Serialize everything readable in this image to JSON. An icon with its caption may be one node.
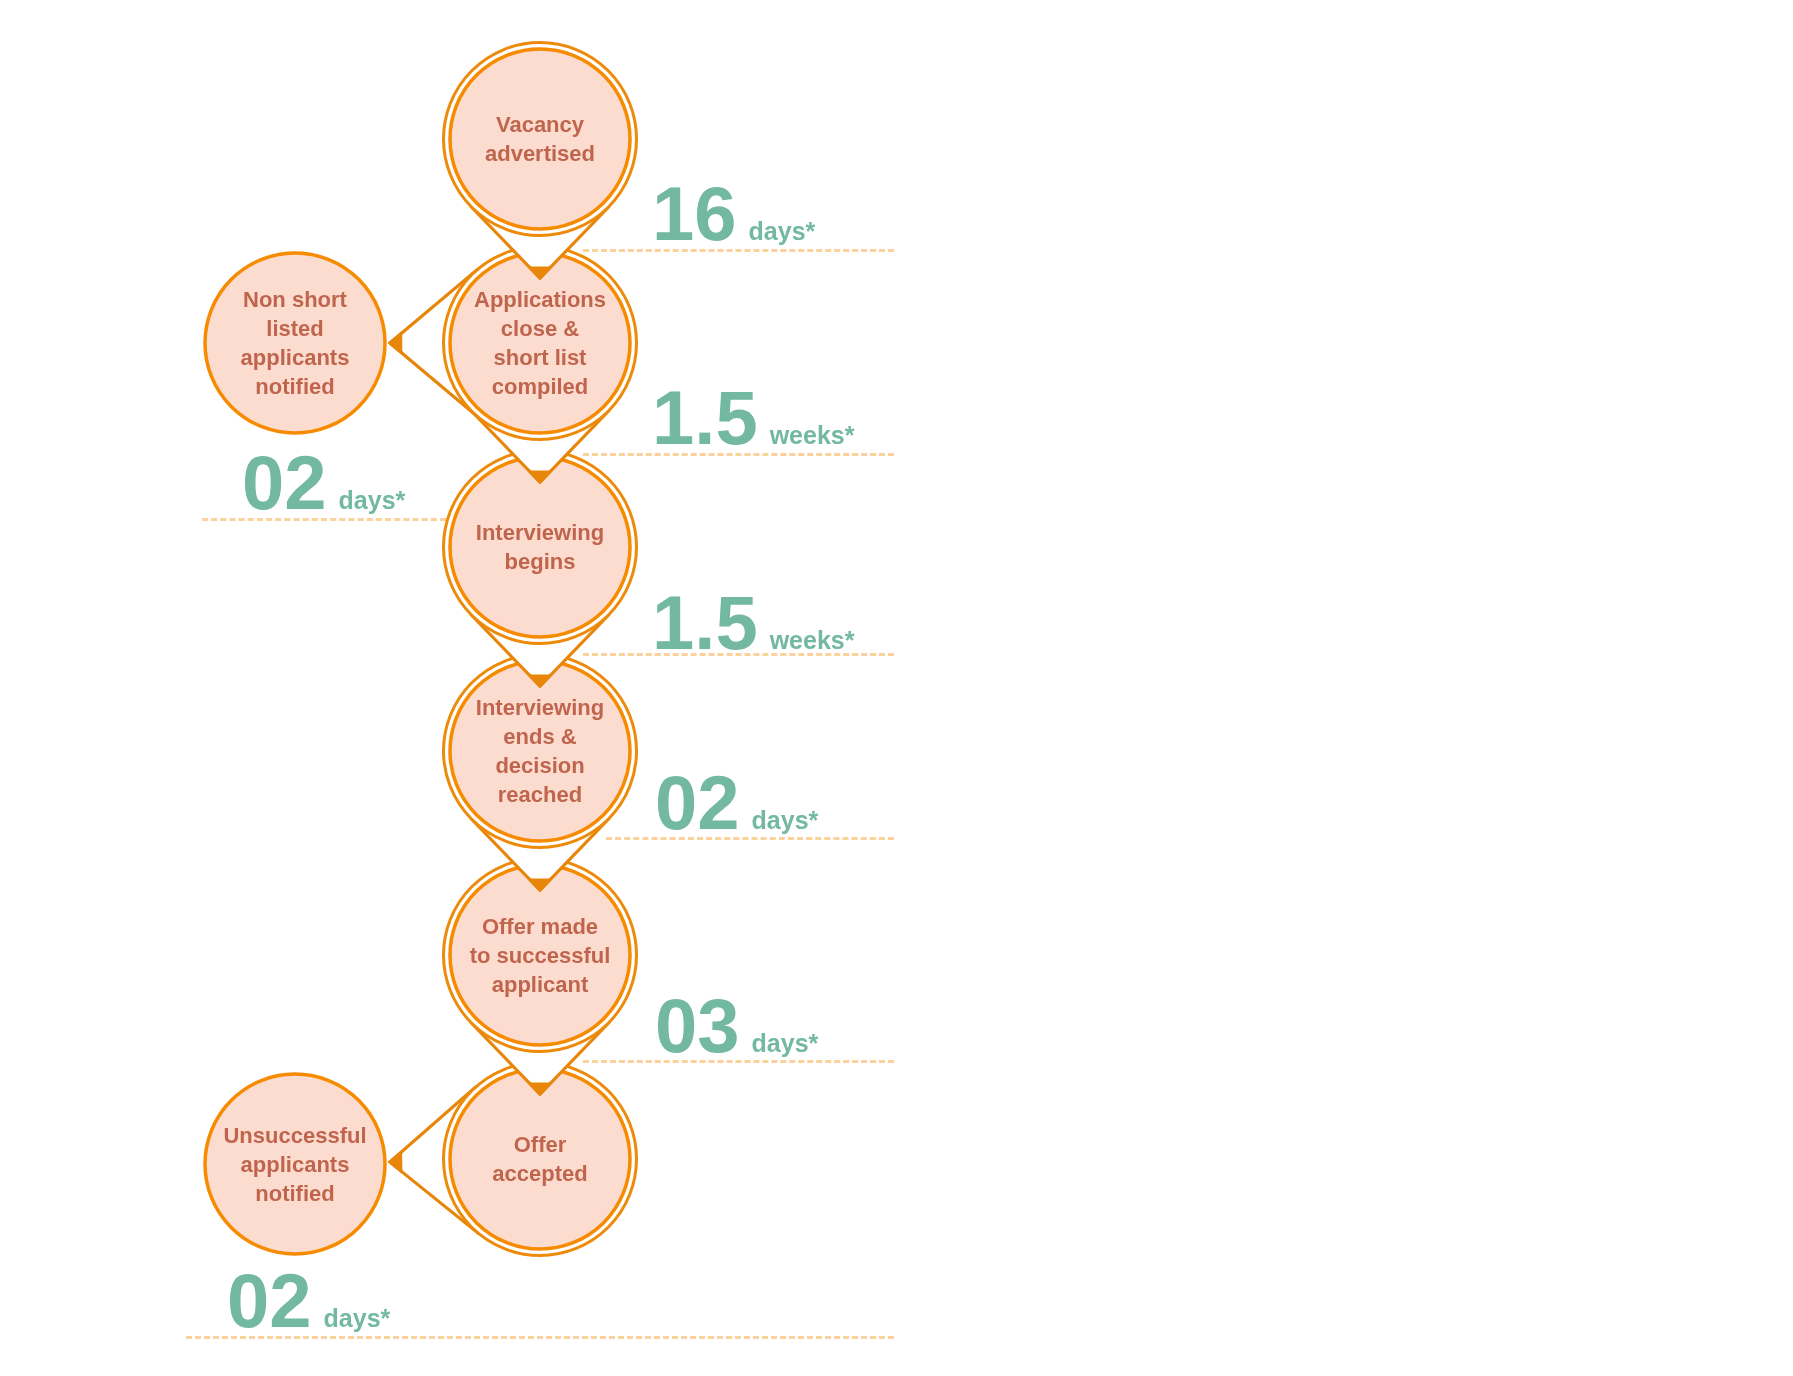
{
  "diagram": {
    "nodes": [
      {
        "text": [
          "Vacancy advertised"
        ]
      },
      {
        "text": [
          "Non short listed applicants notified"
        ]
      },
      {
        "text": [
          "Applications close & short list compiled"
        ]
      },
      {
        "text": [
          "Interviewing begins"
        ]
      },
      {
        "text": [
          "Interviewing ends & decision reached"
        ]
      },
      {
        "text": [
          "Offer made to successful applicant"
        ]
      },
      {
        "text": [
          "Unsuccessful applicants notified"
        ]
      },
      {
        "text": [
          "Offer accepted"
        ]
      }
    ],
    "edges": [
      {
        "from": 0,
        "to": 2,
        "arrow": "to"
      },
      {
        "from": 2,
        "to": 1,
        "arrow": "to"
      },
      {
        "from": 2,
        "to": 3,
        "arrow": "to"
      },
      {
        "from": 3,
        "to": 4,
        "arrow": "to"
      },
      {
        "from": 4,
        "to": 5,
        "arrow": "to"
      },
      {
        "from": 5,
        "to": 7,
        "arrow": "to"
      },
      {
        "from": 7,
        "to": 6,
        "arrow": "to"
      }
    ],
    "labels": [
      "16",
      "days*",
      "1.5",
      "weeks*",
      "02",
      "days*",
      "1.5",
      "weeks*",
      "02",
      "days*",
      "03",
      "days*",
      "02",
      "days*"
    ]
  }
}
